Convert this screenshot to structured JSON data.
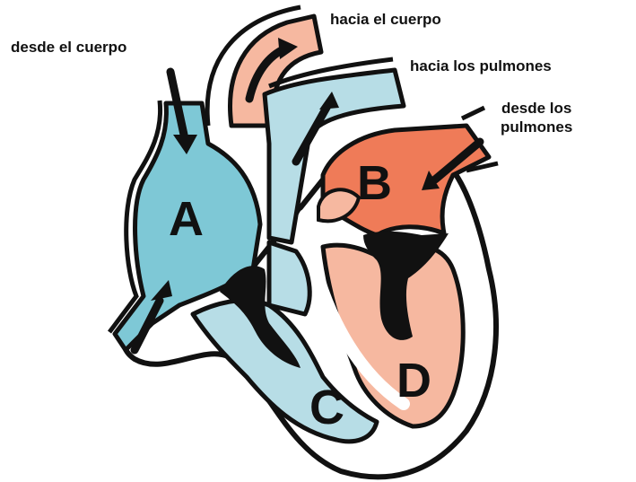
{
  "labels": {
    "from_body": "desde el cuerpo",
    "to_body": "hacia el cuerpo",
    "to_lungs": "hacia los pulmones",
    "from_lungs_line1": "desde los",
    "from_lungs_line2": "pulmones"
  },
  "chambers": {
    "a": "A",
    "b": "B",
    "c": "C",
    "d": "D"
  },
  "colors": {
    "deoxygenated_blue": "#7ec8d6",
    "light_blue": "#b7dde6",
    "oxygenated_orange": "#ef7b58",
    "light_salmon": "#f6b8a0",
    "outline": "#111111",
    "background": "#ffffff"
  }
}
